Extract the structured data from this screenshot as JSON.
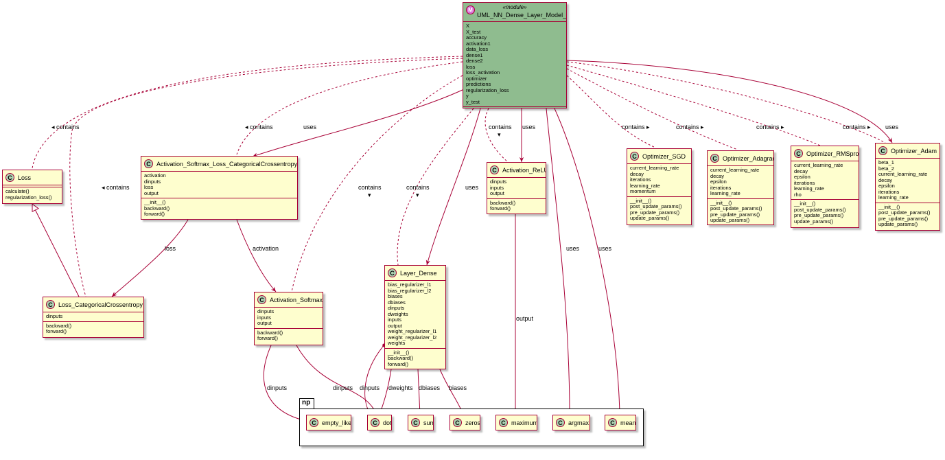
{
  "module": {
    "stereotype": "«module»",
    "name": "UML_NN_Dense_Layer_Model_py",
    "icon": "M",
    "attributes": [
      "X",
      "X_test",
      "accuracy",
      "activation1",
      "data_loss",
      "dense1",
      "dense2",
      "loss",
      "loss_activation",
      "optimizer",
      "predictions",
      "regularization_loss",
      "y",
      "y_test"
    ]
  },
  "classes": {
    "loss": {
      "name": "Loss",
      "icon": "C",
      "attributes": [],
      "methods": [
        "calculate()",
        "regularization_loss()"
      ]
    },
    "softmax_loss": {
      "name": "Activation_Softmax_Loss_CategoricalCrossentropy",
      "icon": "C",
      "attributes": [
        "activation",
        "dinputs",
        "loss",
        "output"
      ],
      "methods": [
        "__init__()",
        "backward()",
        "forward()"
      ]
    },
    "relu": {
      "name": "Activation_ReLU",
      "icon": "C",
      "attributes": [
        "dinputs",
        "inputs",
        "output"
      ],
      "methods": [
        "backward()",
        "forward()"
      ]
    },
    "sgd": {
      "name": "Optimizer_SGD",
      "icon": "C",
      "attributes": [
        "current_learning_rate",
        "decay",
        "iterations",
        "learning_rate",
        "momentum"
      ],
      "methods": [
        "__init__()",
        "post_update_params()",
        "pre_update_params()",
        "update_params()"
      ]
    },
    "adagrad": {
      "name": "Optimizer_Adagrad",
      "icon": "C",
      "attributes": [
        "current_learning_rate",
        "decay",
        "epsilon",
        "iterations",
        "learning_rate"
      ],
      "methods": [
        "__init__()",
        "post_update_params()",
        "pre_update_params()",
        "update_params()"
      ]
    },
    "rmsprop": {
      "name": "Optimizer_RMSprop",
      "icon": "C",
      "attributes": [
        "current_learning_rate",
        "decay",
        "epsilon",
        "iterations",
        "learning_rate",
        "rho"
      ],
      "methods": [
        "__init__()",
        "post_update_params()",
        "pre_update_params()",
        "update_params()"
      ]
    },
    "adam": {
      "name": "Optimizer_Adam",
      "icon": "C",
      "attributes": [
        "beta_1",
        "beta_2",
        "current_learning_rate",
        "decay",
        "epsilon",
        "iterations",
        "learning_rate"
      ],
      "methods": [
        "__init__()",
        "post_update_params()",
        "pre_update_params()",
        "update_params()"
      ]
    },
    "cce": {
      "name": "Loss_CategoricalCrossentropy",
      "icon": "C",
      "attributes": [
        "dinputs"
      ],
      "methods": [
        "backward()",
        "forward()"
      ]
    },
    "softmax": {
      "name": "Activation_Softmax",
      "icon": "C",
      "attributes": [
        "dinputs",
        "inputs",
        "output"
      ],
      "methods": [
        "backward()",
        "forward()"
      ]
    },
    "dense": {
      "name": "Layer_Dense",
      "icon": "C",
      "attributes": [
        "bias_regularizer_l1",
        "bias_regularizer_l2",
        "biases",
        "dbiases",
        "dinputs",
        "dweights",
        "inputs",
        "output",
        "weight_regularizer_l1",
        "weight_regularizer_l2",
        "weights"
      ],
      "methods": [
        "__init__()",
        "backward()",
        "forward()"
      ]
    }
  },
  "package": {
    "name": "np",
    "functions": {
      "empty_like": {
        "name": "empty_like",
        "icon": "C"
      },
      "dot": {
        "name": "dot",
        "icon": "C"
      },
      "sum": {
        "name": "sum",
        "icon": "C"
      },
      "zeros": {
        "name": "zeros",
        "icon": "C"
      },
      "maximum": {
        "name": "maximum",
        "icon": "C"
      },
      "argmax": {
        "name": "argmax",
        "icon": "C"
      },
      "mean": {
        "name": "mean",
        "icon": "C"
      }
    }
  },
  "edge_labels": {
    "contains_left": "◂ contains",
    "contains_right": "contains ▸",
    "contains": "contains",
    "contains_down_arrow": "▾",
    "uses": "uses",
    "loss": "loss",
    "activation": "activation",
    "output": "output",
    "dinputs": "dinputs",
    "dweights": "dweights",
    "dbiases": "dbiases",
    "biases": "biases"
  },
  "colors": {
    "class_fill": "#fefece",
    "module_fill": "#8fbc8f",
    "border": "#a80036",
    "class_icon": "#add1b2",
    "module_icon": "#da70d6"
  }
}
